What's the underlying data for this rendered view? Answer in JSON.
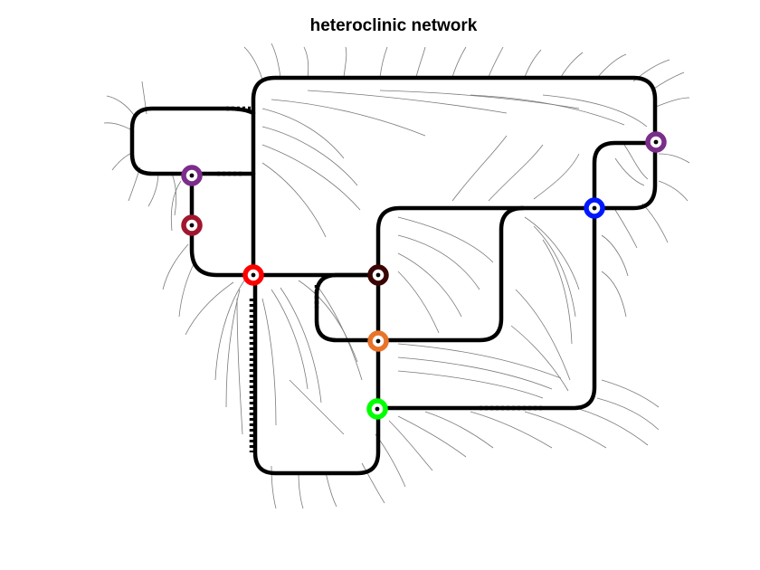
{
  "title": "heteroclinic network",
  "nodes": [
    {
      "id": "purple-top-left",
      "color": "#7b2d8b"
    },
    {
      "id": "crimson",
      "color": "#a0162e"
    },
    {
      "id": "red",
      "color": "#ff0000"
    },
    {
      "id": "dark-brown",
      "color": "#3a0505"
    },
    {
      "id": "orange",
      "color": "#e8742a"
    },
    {
      "id": "green",
      "color": "#00ff00"
    },
    {
      "id": "blue",
      "color": "#0018ff"
    },
    {
      "id": "purple-right",
      "color": "#7b2d8b"
    }
  ]
}
